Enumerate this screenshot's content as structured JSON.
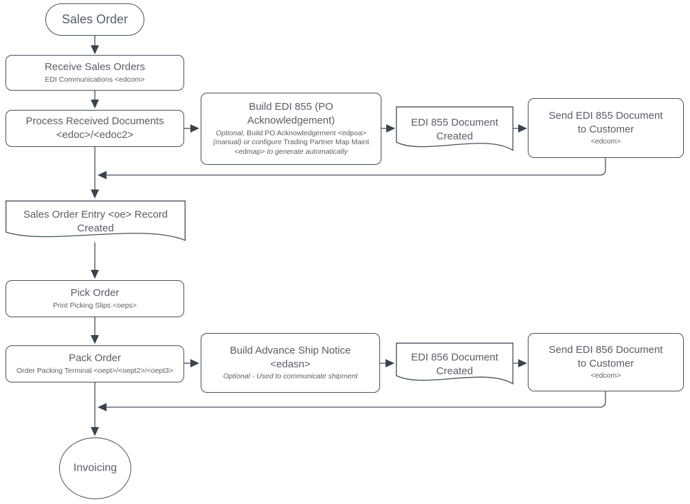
{
  "diagram": {
    "type": "flowchart",
    "colors": {
      "shape_stroke": "#454e58",
      "shape_fill": "#ffffff",
      "text": "#575e67",
      "arrowhead": "#3b434d",
      "background": "#ffffff"
    },
    "nodes": {
      "sales_order": {
        "label": "Sales Order",
        "shape": "stadium"
      },
      "receive": {
        "label": "Receive Sales Orders",
        "sub": "EDI Communications <edcom>",
        "shape": "rect"
      },
      "process": {
        "label": "Process Received Documents\n<edoc>/<edoc2>",
        "shape": "rect"
      },
      "build855": {
        "label": "Build EDI 855 (PO\nAcknowledgement)",
        "sub_parts": [
          {
            "text": "Optional,",
            "style": "italic"
          },
          {
            "text": " Build PO Acknowledgement <edpoa> ",
            "style": "regular"
          },
          {
            "text": "(manual) or configure",
            "style": "italic"
          },
          {
            "text": " Trading Partner Map Maint <edmap> ",
            "style": "regular"
          },
          {
            "text": "to generate automatically",
            "style": "italic"
          }
        ],
        "shape": "rect"
      },
      "doc855": {
        "label": "EDI 855 Document\nCreated",
        "shape": "document"
      },
      "send855": {
        "label": "Send EDI 855 Document\nto Customer",
        "sub": "<edcom>",
        "shape": "rect"
      },
      "soe_record": {
        "label": "Sales Order Entry <oe> Record\nCreated",
        "shape": "document"
      },
      "pick": {
        "label": "Pick Order",
        "sub": "Print Picking Slips <oeps>",
        "shape": "rect"
      },
      "pack": {
        "label": "Pack Order",
        "sub": "Order Packing Terminal <oept>/<oept2>/<oept3>",
        "shape": "rect"
      },
      "buildasn": {
        "label": "Build Advance Ship Notice\n<edasn>",
        "sub": "Optional - Used to communicate shipment",
        "shape": "rect"
      },
      "doc856": {
        "label": "EDI 856 Document\nCreated",
        "shape": "document"
      },
      "send856": {
        "label": "Send EDI 856 Document\nto Customer",
        "sub": "<edcom>",
        "shape": "rect"
      },
      "invoicing": {
        "label": "Invoicing",
        "shape": "ellipse"
      }
    }
  }
}
